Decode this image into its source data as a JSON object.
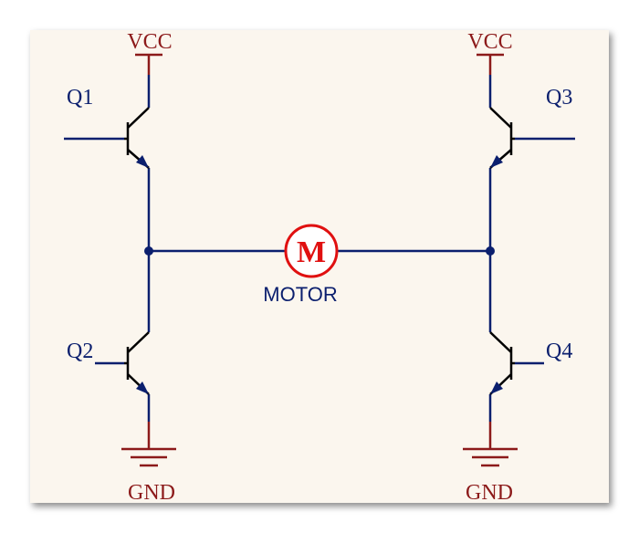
{
  "schematic": {
    "power_top_left": "VCC",
    "power_top_right": "VCC",
    "ground_left": "GND",
    "ground_right": "GND",
    "transistors": {
      "q1": "Q1",
      "q2": "Q2",
      "q3": "Q3",
      "q4": "Q4"
    },
    "motor_symbol": "M",
    "motor_label": "MOTOR"
  },
  "colors": {
    "wire": "#0b1f6e",
    "power_wire": "#8c1a1a",
    "motor": "#e01010",
    "background": "#fbf6ee"
  }
}
